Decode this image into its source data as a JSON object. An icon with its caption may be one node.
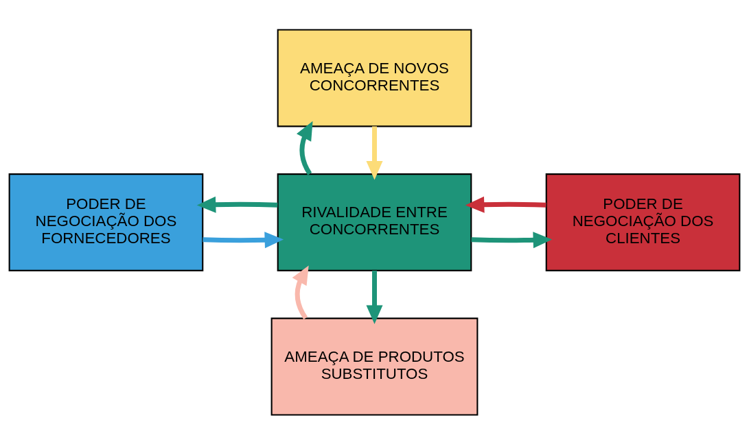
{
  "diagram": {
    "nodes": [
      {
        "text": [
          "AMEAÇA DE NOVOS CONCORRENTES"
        ]
      },
      {
        "text": [
          "PODER DE NEGOCIAÇÃO DOS FORNECEDORES"
        ]
      },
      {
        "text": [
          "RIVALIDADE ENTRE CONCORRENTES"
        ]
      },
      {
        "text": [
          "PODER DE NEGOCIAÇÃO DOS CLIENTES"
        ]
      },
      {
        "text": [
          "AMEAÇA DE PRODUTOS SUBSTITUTOS"
        ]
      }
    ],
    "edges": [
      {
        "from": 0,
        "to": 2,
        "arrow": "to",
        "color": "#fcdc78"
      },
      {
        "from": 2,
        "to": 0,
        "arrow": "to",
        "color": "#1e9479"
      },
      {
        "from": 2,
        "to": 1,
        "arrow": "to",
        "color": "#1e9479"
      },
      {
        "from": 1,
        "to": 2,
        "arrow": "to",
        "color": "#3aa0dc"
      },
      {
        "from": 3,
        "to": 2,
        "arrow": "to",
        "color": "#c9303a"
      },
      {
        "from": 2,
        "to": 3,
        "arrow": "to",
        "color": "#1e9479"
      },
      {
        "from": 2,
        "to": 4,
        "arrow": "to",
        "color": "#1e9479"
      },
      {
        "from": 4,
        "to": 2,
        "arrow": "to",
        "color": "#f9b8ac"
      }
    ]
  }
}
